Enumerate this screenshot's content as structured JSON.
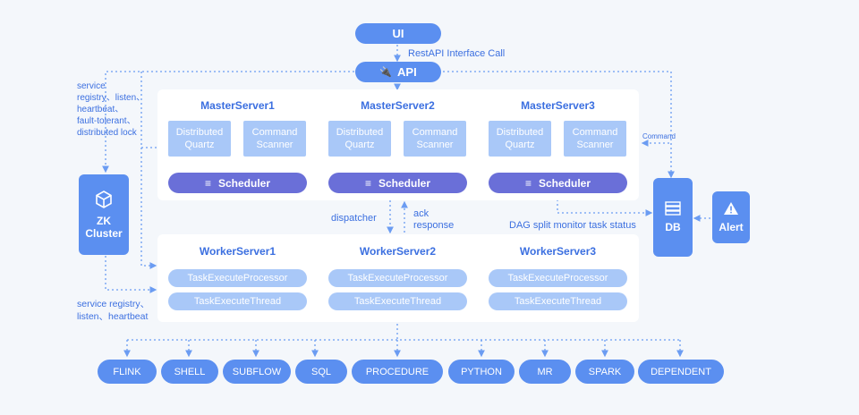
{
  "ui": {
    "label": "UI"
  },
  "api": {
    "label": "API",
    "call_label": "RestAPI Interface Call"
  },
  "masters": [
    {
      "title": "MasterServer1",
      "quartz": [
        "Distributed",
        "Quartz"
      ],
      "scanner": [
        "Command",
        "Scanner"
      ],
      "scheduler": "Scheduler"
    },
    {
      "title": "MasterServer2",
      "quartz": [
        "Distributed",
        "Quartz"
      ],
      "scanner": [
        "Command",
        "Scanner"
      ],
      "scheduler": "Scheduler"
    },
    {
      "title": "MasterServer3",
      "quartz": [
        "Distributed",
        "Quartz"
      ],
      "scanner": [
        "Command",
        "Scanner"
      ],
      "scheduler": "Scheduler"
    }
  ],
  "workers": [
    {
      "title": "WorkerServer1",
      "processor": "TaskExecuteProcessor",
      "thread": "TaskExecuteThread"
    },
    {
      "title": "WorkerServer2",
      "processor": "TaskExecuteProcessor",
      "thread": "TaskExecuteThread"
    },
    {
      "title": "WorkerServer3",
      "processor": "TaskExecuteProcessor",
      "thread": "TaskExecuteThread"
    }
  ],
  "zk": {
    "lines": [
      "ZK",
      "Cluster"
    ]
  },
  "db": {
    "label": "DB"
  },
  "alert": {
    "label": "Alert"
  },
  "labels": {
    "top_left": [
      "service",
      "registry、listen、",
      "heartbeat、",
      "fault-tolerant、",
      "distributed lock"
    ],
    "bottom_left": [
      "service registry、",
      "listen、heartbeat"
    ],
    "command": "Command",
    "dispatcher": "dispatcher",
    "ack": [
      "ack",
      "response"
    ],
    "dag": "DAG split monitor task status"
  },
  "tasks": [
    "FLINK",
    "SHELL",
    "SUBFLOW",
    "SQL",
    "PROCEDURE",
    "PYTHON",
    "MR",
    "SPARK",
    "DEPENDENT"
  ],
  "colors": {
    "accent": "#5b8ff0",
    "light": "#a9c8f8",
    "scheduler": "#6a6fd8",
    "line": "#6b9cf2"
  }
}
